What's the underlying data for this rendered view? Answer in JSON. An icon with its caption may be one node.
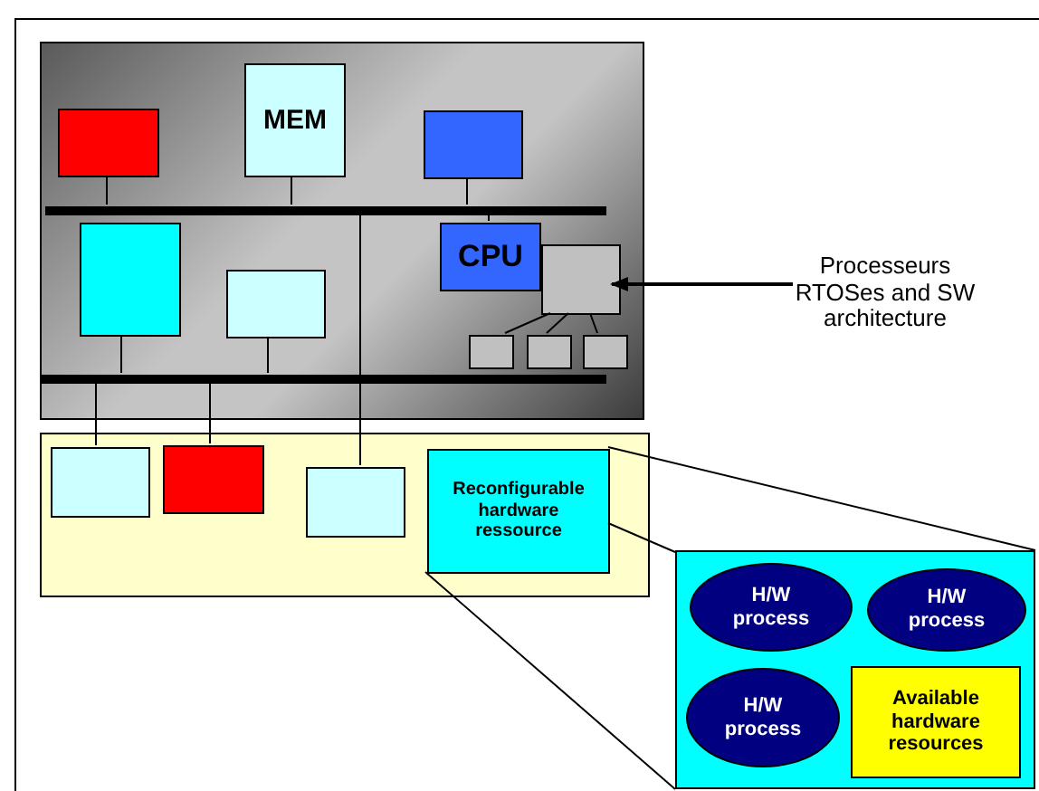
{
  "diagram": {
    "nodes": [
      {
        "text": [],
        "shape": "box"
      },
      {
        "text": [],
        "shape": "box",
        "in": 0
      },
      {
        "text": [
          "MEM"
        ],
        "in": 0
      },
      {
        "text": [],
        "shape": "box",
        "in": 0
      },
      {
        "text": [],
        "shape": "bar",
        "in": 0
      },
      {
        "text": [],
        "shape": "box",
        "in": 0
      },
      {
        "text": [],
        "shape": "box",
        "in": 0
      },
      {
        "text": [
          "CPU"
        ],
        "in": 0
      },
      {
        "text": [],
        "shape": "box",
        "in": 0
      },
      {
        "text": [],
        "shape": "box",
        "in": 0
      },
      {
        "text": [],
        "shape": "box",
        "in": 0
      },
      {
        "text": [],
        "shape": "box",
        "in": 0
      },
      {
        "text": [],
        "shape": "bar",
        "in": 0
      },
      {
        "text": [],
        "shape": "box"
      },
      {
        "text": [],
        "shape": "box",
        "in": 13
      },
      {
        "text": [],
        "shape": "box",
        "in": 13
      },
      {
        "text": [],
        "shape": "box",
        "in": 13
      },
      {
        "text": [
          "Reconfigurable hardware ressource"
        ],
        "in": 13
      },
      {
        "text": [],
        "shape": "box"
      },
      {
        "text": [
          "H/W process"
        ],
        "in": 18
      },
      {
        "text": [
          "H/W process"
        ],
        "in": 18
      },
      {
        "text": [
          "H/W process"
        ],
        "in": 18
      },
      {
        "text": [
          "Available hardware resources"
        ],
        "in": 18
      },
      {
        "text": [
          "Processeurs RTOSes and SW architecture"
        ]
      }
    ],
    "edges": [
      {
        "from": 1,
        "to": 4,
        "arrow": "none"
      },
      {
        "from": 2,
        "to": 4,
        "arrow": "none"
      },
      {
        "from": 3,
        "to": 4,
        "arrow": "none"
      },
      {
        "from": 4,
        "to": 7,
        "arrow": "none"
      },
      {
        "from": 5,
        "to": 12,
        "arrow": "none"
      },
      {
        "from": 6,
        "to": 12,
        "arrow": "none"
      },
      {
        "from": 8,
        "to": 9,
        "arrow": "none"
      },
      {
        "from": 8,
        "to": 10,
        "arrow": "none"
      },
      {
        "from": 8,
        "to": 11,
        "arrow": "none"
      },
      {
        "from": 12,
        "to": 14,
        "arrow": "none"
      },
      {
        "from": 12,
        "to": 15,
        "arrow": "none"
      },
      {
        "from": 4,
        "to": 16,
        "arrow": "none"
      },
      {
        "from": 23,
        "to": 8,
        "arrow": "to"
      },
      {
        "from": 17,
        "to": 18,
        "arrow": "none"
      },
      {
        "from": 17,
        "to": 18,
        "arrow": "none"
      },
      {
        "from": 17,
        "to": 18,
        "arrow": "none"
      }
    ]
  }
}
